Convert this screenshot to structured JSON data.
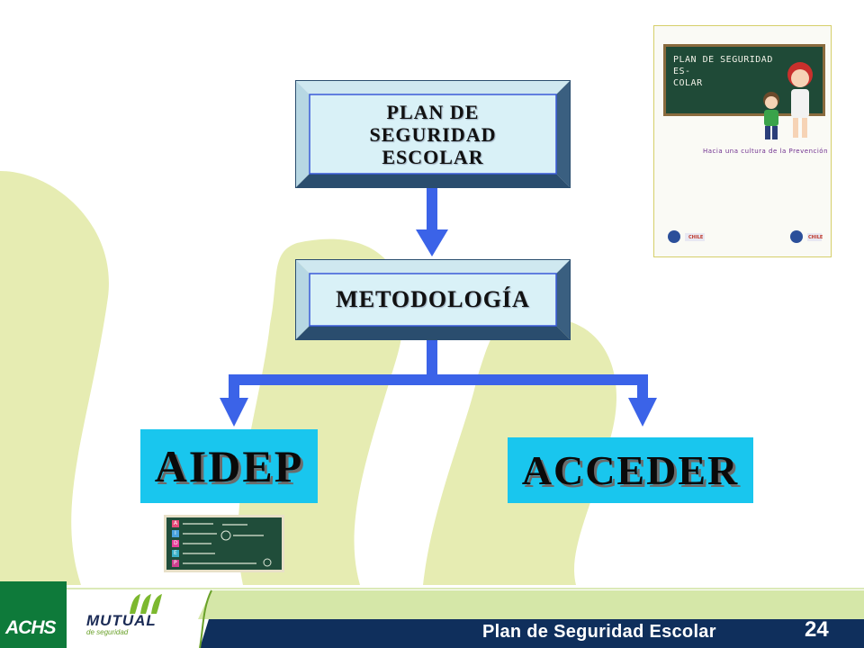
{
  "slide": {
    "colors": {
      "deco_green": "#e6ecb2",
      "box_fill": "#d9f1f7",
      "bevel_light": "#cfe8f0",
      "bevel_dark": "#2a4d6e",
      "cyan": "#19c6ee",
      "connector_blue": "#3b63e8",
      "footer_green": "#0e7a3a",
      "footer_navy": "#0f2f5c"
    }
  },
  "diagram": {
    "nodes": [
      {
        "id": "plan",
        "label_lines": [
          "PLAN  DE",
          "SEGURIDAD",
          "ESCOLAR"
        ]
      },
      {
        "id": "metodologia",
        "label": "METODOLOGÍA"
      },
      {
        "id": "aidep",
        "label": "AIDEP"
      },
      {
        "id": "acceder",
        "label": "ACCEDER"
      }
    ],
    "edges": [
      {
        "from": "plan",
        "to": "metodologia"
      },
      {
        "from": "metodologia",
        "to": "aidep"
      },
      {
        "from": "metodologia",
        "to": "acceder"
      }
    ]
  },
  "cover": {
    "title_lines": [
      "PLAN DE SEGURIDAD ES-",
      "COLAR"
    ],
    "subtitle": "Hacia una cultura de la Prevención",
    "logo_text": "CHILE"
  },
  "aidep_board": {
    "letters": [
      "A",
      "I",
      "D",
      "E",
      "P"
    ],
    "letter_colors": [
      "#e84b7a",
      "#4aa3df",
      "#e8409a",
      "#3ab0c8",
      "#d0408f"
    ]
  },
  "footer": {
    "title": "Plan de Seguridad Escolar",
    "page_number": "24",
    "logo_left": "ACHS",
    "logo_right": "MUTUAL",
    "logo_right_sub": "de seguridad"
  }
}
